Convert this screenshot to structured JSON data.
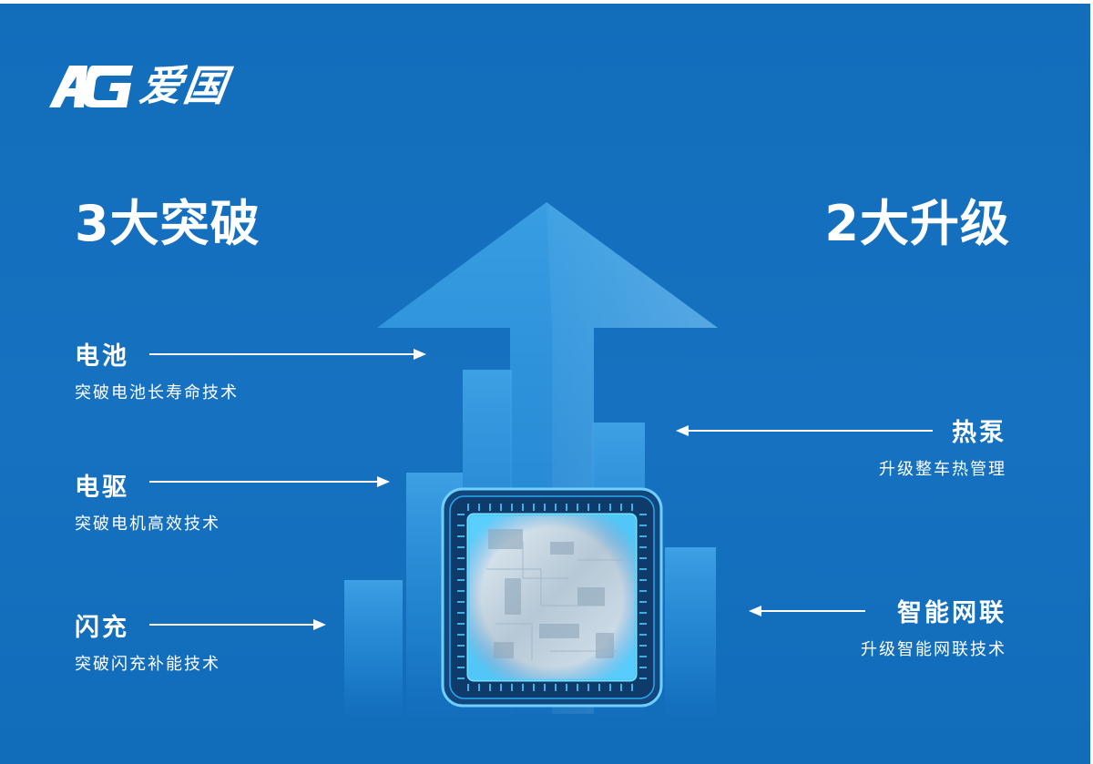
{
  "brand": {
    "logo_text": "爱国",
    "mark": "AG"
  },
  "headings": {
    "left": "3大突破",
    "right": "2大升级"
  },
  "breakthroughs": [
    {
      "title": "电池",
      "subtitle": "突破电池长寿命技术"
    },
    {
      "title": "电驱",
      "subtitle": "突破电机高效技术"
    },
    {
      "title": "闪充",
      "subtitle": "突破闪充补能技术"
    }
  ],
  "upgrades": [
    {
      "title": "热泵",
      "subtitle": "升级整车热管理"
    },
    {
      "title": "智能网联",
      "subtitle": "升级智能网联技术"
    }
  ],
  "colors": {
    "background": "#126dbb",
    "text": "#ffffff",
    "accent": "#3fa3e6"
  },
  "icons": [
    "upward-arrow-graphic",
    "chip-graphic",
    "bar-graph-graphic"
  ]
}
